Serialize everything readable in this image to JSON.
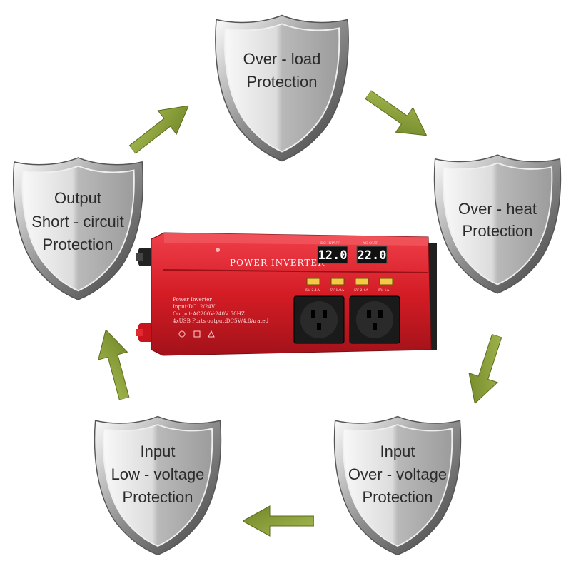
{
  "shields": {
    "overload": {
      "line1": "Over - load",
      "line2": "Protection"
    },
    "overheat": {
      "line1": "Over - heat",
      "line2": "Protection"
    },
    "input_over_voltage": {
      "line1": "Input",
      "line2": "Over - voltage",
      "line3": "Protection"
    },
    "input_low_voltage": {
      "line1": "Input",
      "line2": "Low - voltage",
      "line3": "Protection"
    },
    "output_short_circuit": {
      "line1": "Output",
      "line2": "Short - circuit",
      "line3": "Protection"
    }
  },
  "inverter": {
    "brand": "POWER INVERTER",
    "dc_label": "DC INPUT",
    "ac_label": "AC OUT",
    "dc_display": "12.0",
    "ac_display": "22.0",
    "info_line1": "Power Inverter",
    "info_line2": "Input:DC12/24V",
    "info_line3": "Output:AC200V-240V 50HZ",
    "info_line4": "4xUSB Ports output:DC5V/4.8Arated",
    "usb_labels": [
      "5V 2.1A",
      "5V 1.0A",
      "5V 2.4A",
      "5V 1A"
    ]
  },
  "colors": {
    "arrow": "#8ca23a",
    "body_red": "#d81e26",
    "shield_border": "#9a9a9a"
  }
}
